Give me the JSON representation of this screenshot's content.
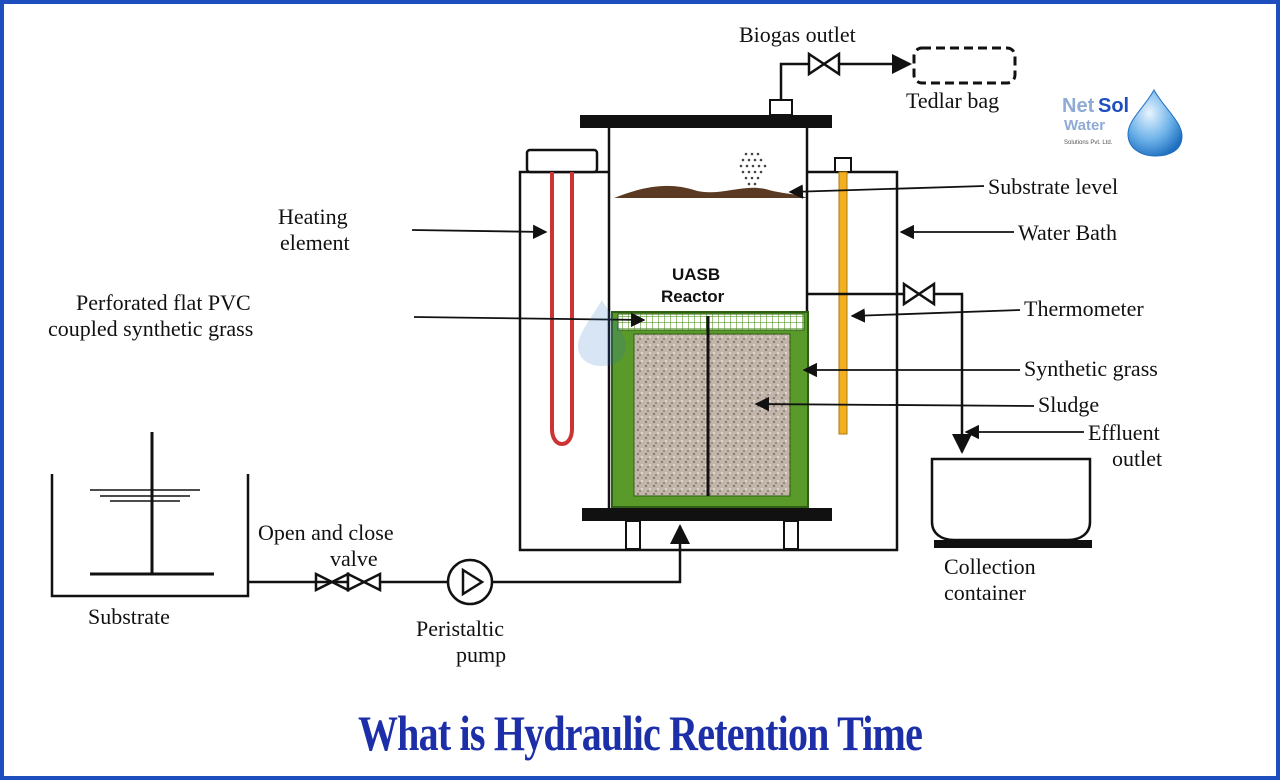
{
  "title": "What is Hydraulic Retention Time",
  "labels": {
    "biogas_outlet": "Biogas outlet",
    "tedlar_bag": "Tedlar bag",
    "substrate_level": "Substrate level",
    "heating_element_1": "Heating",
    "heating_element_2": "element",
    "water_bath": "Water Bath",
    "reactor_1": "UASB",
    "reactor_2": "Reactor",
    "perforated_1": "Perforated flat PVC",
    "perforated_2": "coupled synthetic grass",
    "thermometer": "Thermometer",
    "synthetic_grass": "Synthetic grass",
    "sludge": "Sludge",
    "effluent_1": "Effluent",
    "effluent_2": "outlet",
    "collection_1": "Collection",
    "collection_2": "container",
    "valve_1": "Open and close",
    "valve_2": "valve",
    "substrate": "Substrate",
    "pump_1": "Peristaltic",
    "pump_2": "pump"
  },
  "logo": {
    "name_1": "Net",
    "name_2": "Sol",
    "name_3": "Water",
    "sub": "Solutions Pvt. Ltd."
  },
  "colors": {
    "border": "#1f4fbf",
    "title": "#1c2fa8",
    "heater": "#cc3333",
    "thermometer": "#f0b020",
    "grass": "#5a9a2a",
    "sludge": "#b5a89c",
    "substrate_top": "#5a3a22"
  }
}
